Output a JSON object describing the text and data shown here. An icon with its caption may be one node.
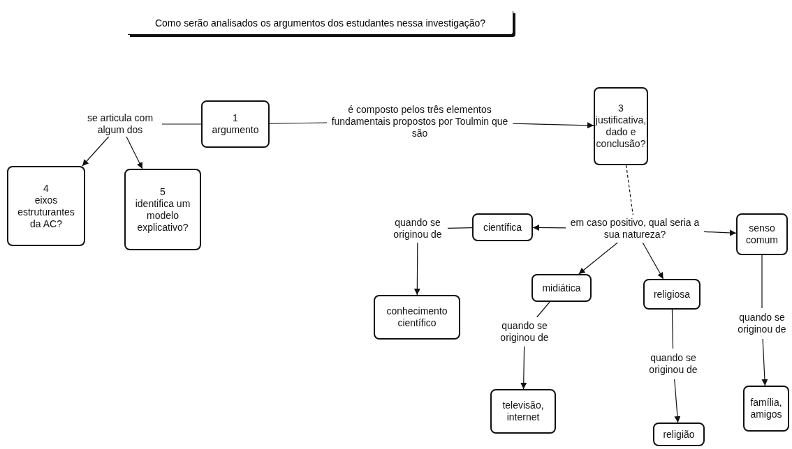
{
  "diagram": {
    "title": "Como serão analisados os argumentos dos estudantes nessa investigação?",
    "nodes": [
      {
        "text": [
          "1",
          "argumento"
        ]
      },
      {
        "text": [
          "se articula com algum dos"
        ]
      },
      {
        "text": [
          "é composto pelos três elementos fundamentais propostos por Toulmin que são"
        ]
      },
      {
        "text": [
          "3",
          "justificativa, dado e conclusão?"
        ]
      },
      {
        "text": [
          "4",
          "eixos estruturantes da AC?"
        ]
      },
      {
        "text": [
          "5",
          "identifica um modelo explicativo?"
        ]
      },
      {
        "text": [
          "em caso positivo, qual seria a sua natureza?"
        ]
      },
      {
        "text": [
          "científica"
        ]
      },
      {
        "text": [
          "quando se originou de"
        ]
      },
      {
        "text": [
          "conhecimento científico"
        ]
      },
      {
        "text": [
          "midiática"
        ]
      },
      {
        "text": [
          "quando se originou de"
        ]
      },
      {
        "text": [
          "televisão, internet"
        ]
      },
      {
        "text": [
          "religiosa"
        ]
      },
      {
        "text": [
          "quando se originou de"
        ]
      },
      {
        "text": [
          "religião"
        ]
      },
      {
        "text": [
          "senso comum"
        ]
      },
      {
        "text": [
          "quando se originou de"
        ]
      },
      {
        "text": [
          "família, amigos"
        ]
      }
    ],
    "edges": [
      {
        "from": 0,
        "to": 1,
        "arrow": "none"
      },
      {
        "from": 1,
        "to": 4,
        "arrow": "to"
      },
      {
        "from": 1,
        "to": 5,
        "arrow": "to"
      },
      {
        "from": 0,
        "to": 2,
        "arrow": "none"
      },
      {
        "from": 2,
        "to": 3,
        "arrow": "to"
      },
      {
        "from": 3,
        "to": 6,
        "arrow": "none",
        "style": "dashed"
      },
      {
        "from": 6,
        "to": 7,
        "arrow": "to"
      },
      {
        "from": 6,
        "to": 10,
        "arrow": "to"
      },
      {
        "from": 6,
        "to": 13,
        "arrow": "to"
      },
      {
        "from": 6,
        "to": 16,
        "arrow": "to"
      },
      {
        "from": 7,
        "to": 8,
        "arrow": "none"
      },
      {
        "from": 8,
        "to": 9,
        "arrow": "to"
      },
      {
        "from": 10,
        "to": 11,
        "arrow": "none"
      },
      {
        "from": 11,
        "to": 12,
        "arrow": "to"
      },
      {
        "from": 13,
        "to": 14,
        "arrow": "none"
      },
      {
        "from": 14,
        "to": 15,
        "arrow": "to"
      },
      {
        "from": 16,
        "to": 17,
        "arrow": "none"
      },
      {
        "from": 17,
        "to": 18,
        "arrow": "to"
      }
    ]
  }
}
